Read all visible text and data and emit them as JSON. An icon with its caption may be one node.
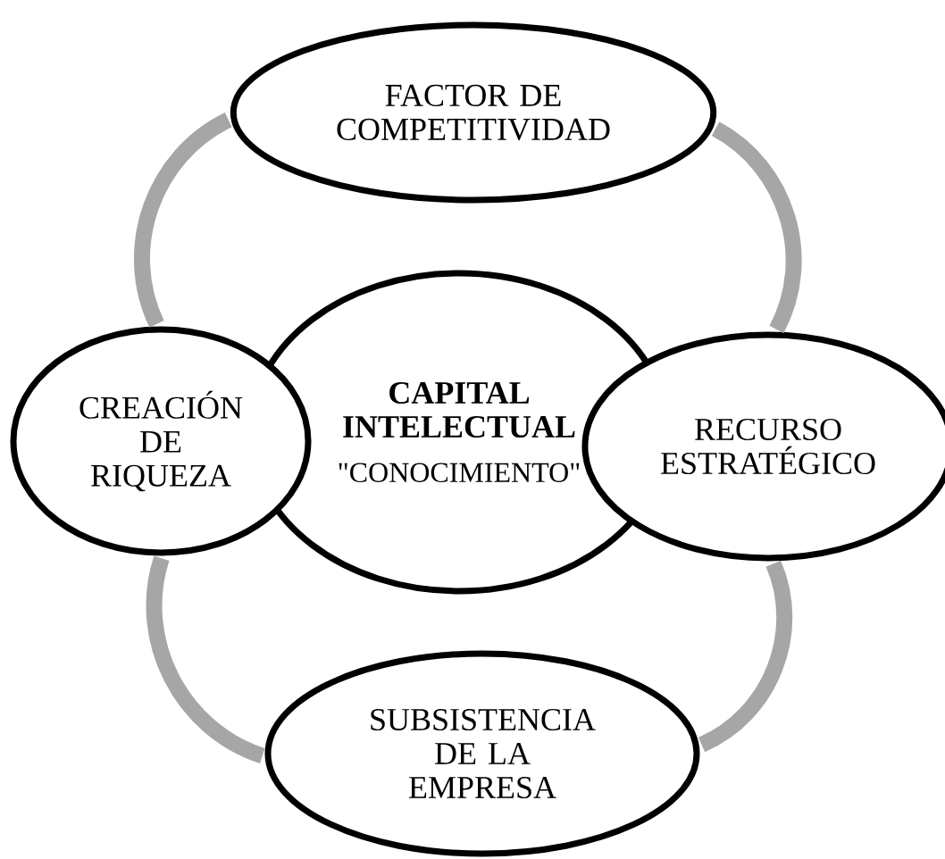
{
  "diagram": {
    "nodes": [
      {
        "text": [
          "FACTOR DE COMPETITIVIDAD"
        ]
      },
      {
        "text": [
          "CREACIÓN DE RIQUEZA"
        ]
      },
      {
        "text": [
          "CAPITAL INTELECTUAL",
          "\"CONOCIMIENTO\""
        ]
      },
      {
        "text": [
          "RECURSO ESTRATÉGICO"
        ]
      },
      {
        "text": [
          "SUBSISTENCIA DE LA EMPRESA"
        ]
      }
    ],
    "edges": [
      {
        "from": 0,
        "to": 3,
        "arrow": "none"
      },
      {
        "from": 3,
        "to": 4,
        "arrow": "none"
      },
      {
        "from": 4,
        "to": 1,
        "arrow": "none"
      },
      {
        "from": 1,
        "to": 0,
        "arrow": "none"
      }
    ]
  }
}
